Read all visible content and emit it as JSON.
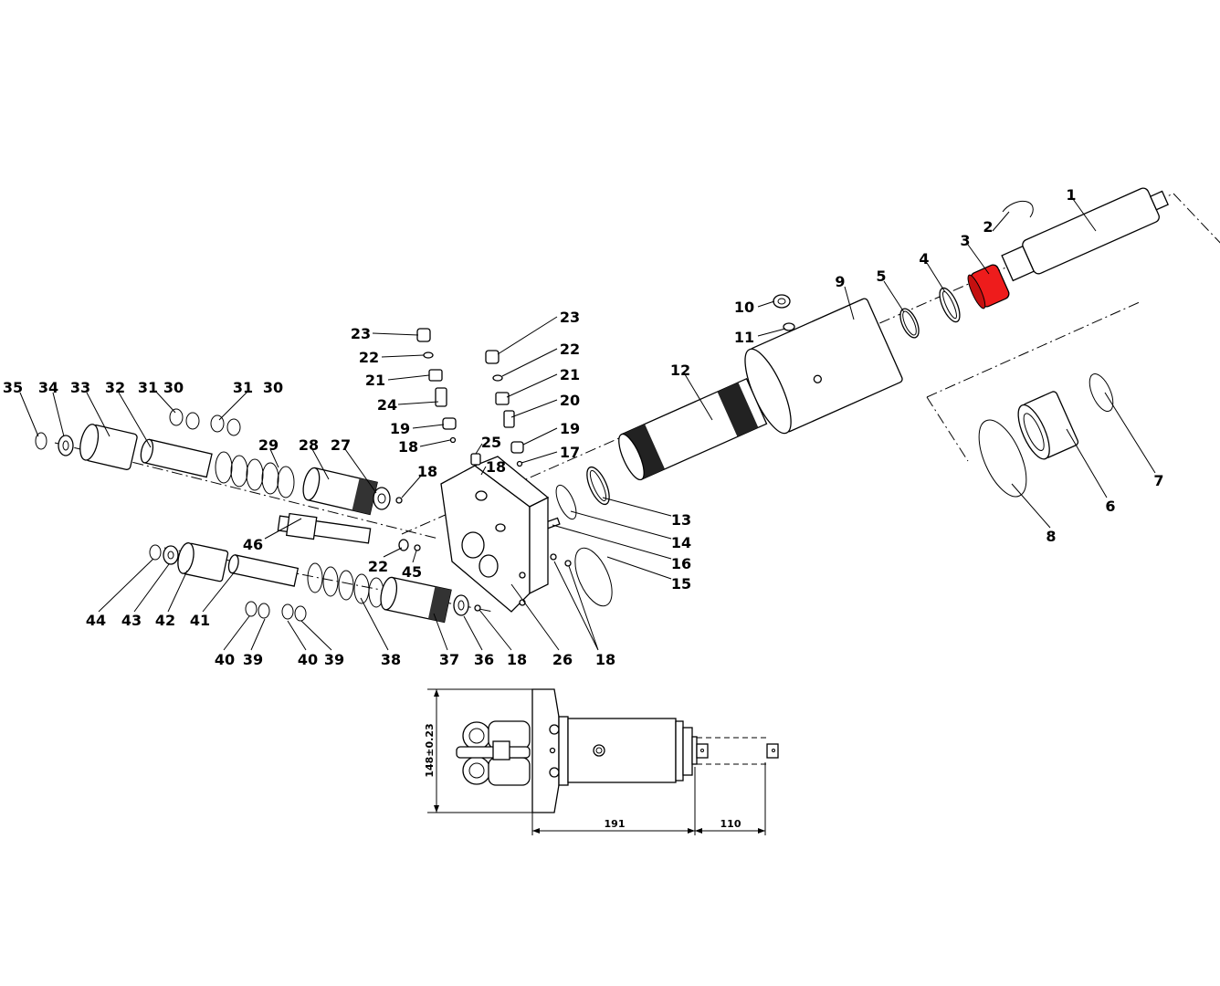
{
  "diagram": {
    "title": "Exploded parts view",
    "highlight_color": "#ee1c1c",
    "highlighted_part": "3",
    "labels": [
      "1",
      "2",
      "3",
      "4",
      "5",
      "9",
      "10",
      "11",
      "12",
      "6",
      "7",
      "8",
      "13",
      "14",
      "16",
      "15",
      "18",
      "26",
      "18",
      "36",
      "37",
      "38",
      "39",
      "40",
      "39",
      "40",
      "44",
      "43",
      "42",
      "41",
      "46",
      "22",
      "45",
      "18",
      "27",
      "28",
      "29",
      "31",
      "30",
      "31",
      "30",
      "32",
      "33",
      "34",
      "35",
      "23",
      "22",
      "21",
      "24",
      "19",
      "18",
      "25",
      "18",
      "23",
      "22",
      "21",
      "20",
      "19",
      "17"
    ],
    "dimensions": {
      "height": "148±0.23",
      "length": "191",
      "stroke": "110"
    }
  }
}
